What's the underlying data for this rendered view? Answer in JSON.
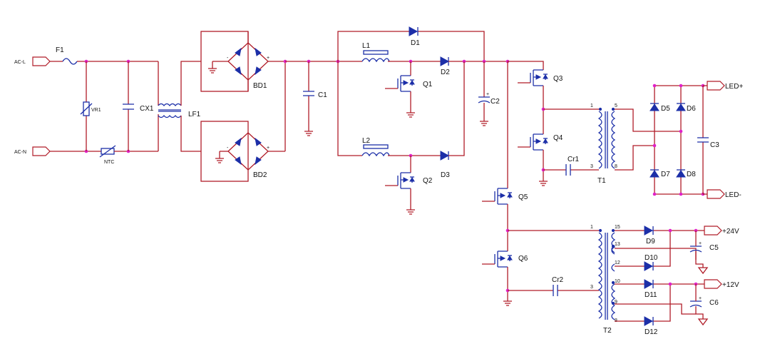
{
  "ports": {
    "ac_l": "AC-L",
    "ac_n": "AC-N",
    "led_plus": "LED+",
    "led_minus": "LED-",
    "v24": "+24V",
    "v12": "+12V"
  },
  "components": {
    "F1": "F1",
    "VR1": "VR1",
    "NTC": "NTC",
    "CX1": "CX1",
    "LF1": "LF1",
    "BD1": "BD1",
    "BD2": "BD2",
    "C1": "C1",
    "L1": "L1",
    "L2": "L2",
    "D1": "D1",
    "D2": "D2",
    "D3": "D3",
    "Q1": "Q1",
    "Q2": "Q2",
    "C2": "C2",
    "Q3": "Q3",
    "Q4": "Q4",
    "Q5": "Q5",
    "Q6": "Q6",
    "Cr1": "Cr1",
    "Cr2": "Cr2",
    "T1": "T1",
    "T2": "T2",
    "D5": "D5",
    "D6": "D6",
    "D7": "D7",
    "D8": "D8",
    "C3": "C3",
    "D9": "D9",
    "D10": "D10",
    "D11": "D11",
    "D12": "D12",
    "C5": "C5",
    "C6": "C6"
  },
  "pins": {
    "t1_1": "1",
    "t1_3": "3",
    "t1_5": "5",
    "t1_8": "8",
    "t2_1": "1",
    "t2_3": "3",
    "t2_15": "15",
    "t2_13": "13",
    "t2_12": "12",
    "t2_10": "10",
    "t2_9": "9",
    "t2_8": "8",
    "plus": "+",
    "minus": "-"
  },
  "colors": {
    "wire": "#b01c28",
    "component": "#1c2fa8",
    "junction": "#e020c8"
  }
}
